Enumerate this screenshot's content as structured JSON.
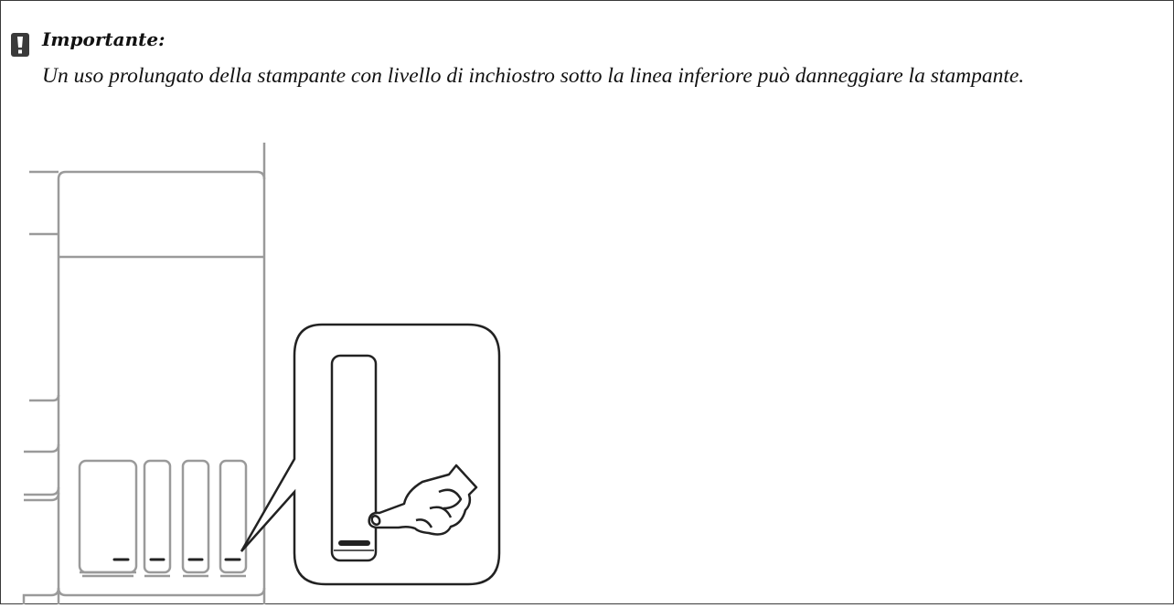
{
  "notice": {
    "icon": "exclamation-icon",
    "title": "Importante:",
    "message": "Un uso prolungato della stampante con livello di inchiostro sotto la linea inferiore può danneggiare la stampante."
  },
  "illustration": {
    "subject": "ink-tanks-lower-line",
    "tank_count": 4,
    "colors": {
      "outline": "#9a9a9a",
      "dark": "#222222",
      "frame": "#3a3a3a"
    }
  }
}
